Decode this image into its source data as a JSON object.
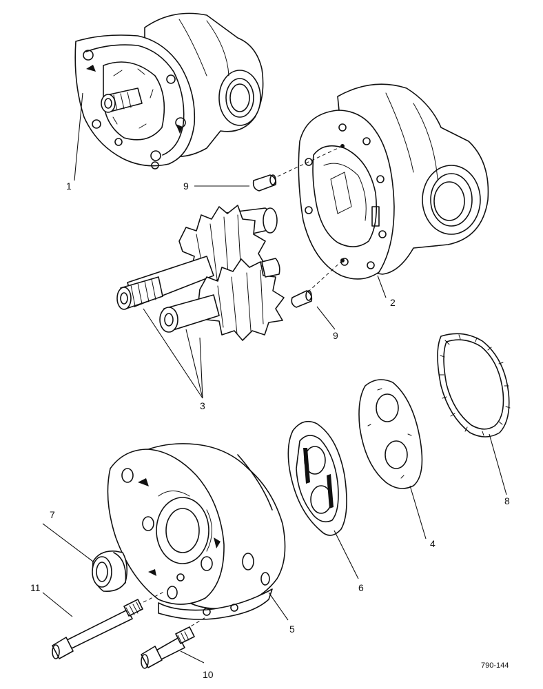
{
  "callouts": {
    "c1": "1",
    "c2": "2",
    "c3": "3",
    "c4": "4",
    "c5": "5",
    "c6": "6",
    "c7": "7",
    "c8": "8",
    "c9a": "9",
    "c9b": "9",
    "c10": "10",
    "c11": "11"
  },
  "figure_id": "790-144"
}
